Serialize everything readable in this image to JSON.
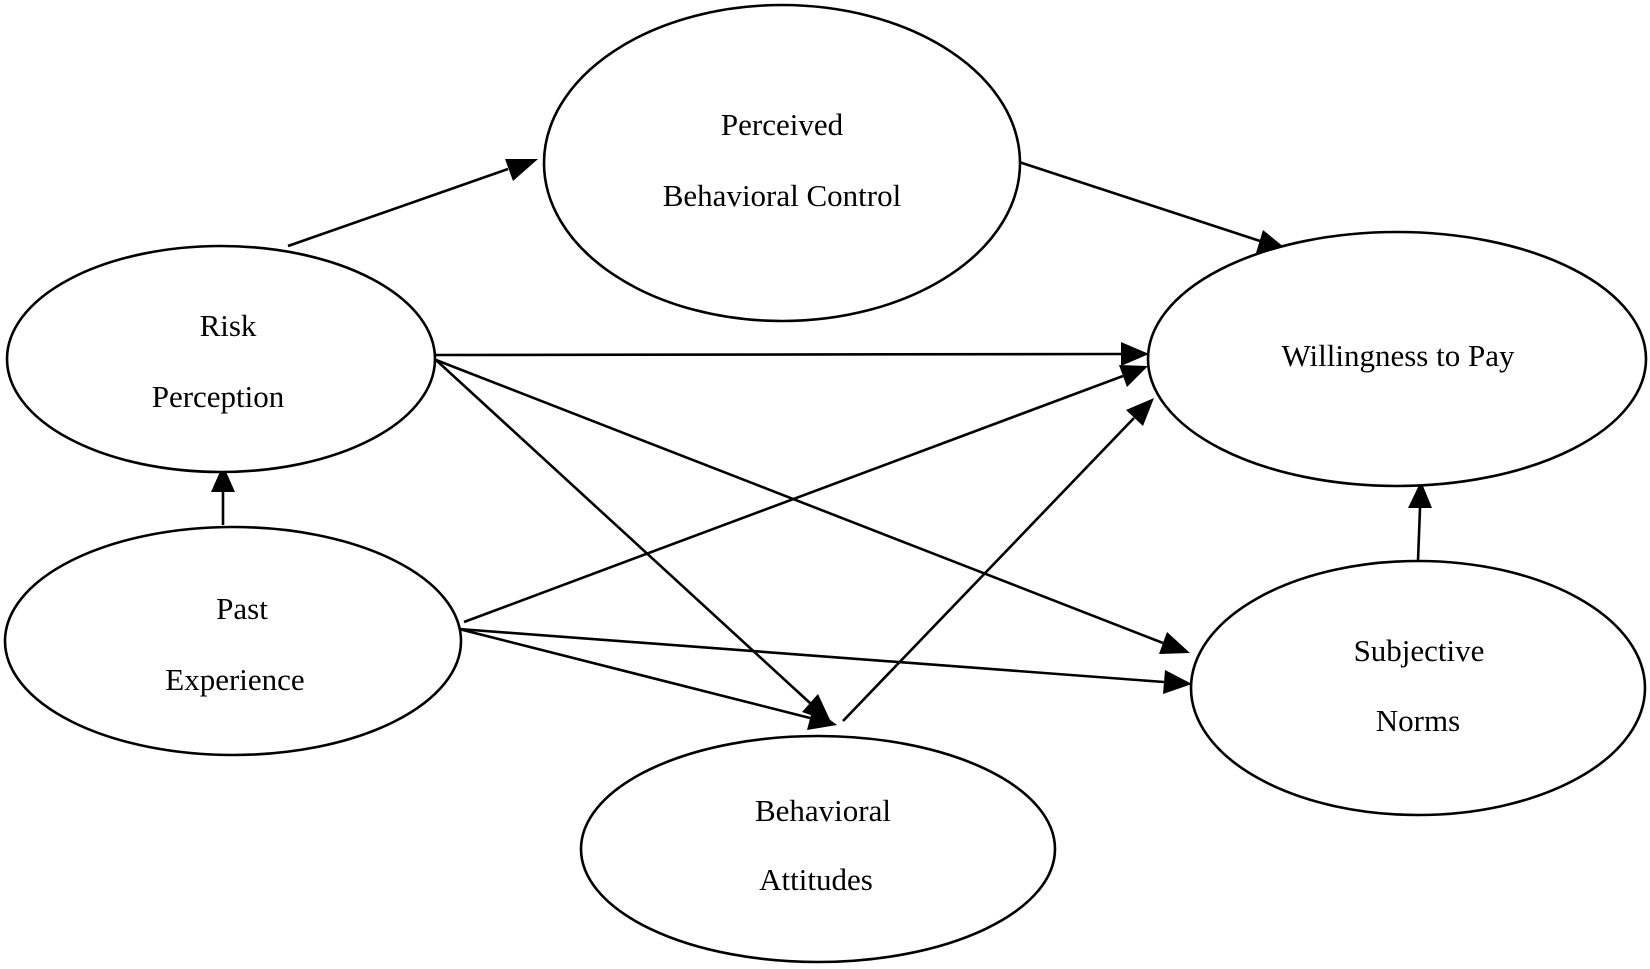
{
  "diagram": {
    "nodes": {
      "perceived_behavioral_control": {
        "lines": [
          "Perceived",
          "Behavioral Control"
        ]
      },
      "risk_perception": {
        "lines": [
          "Risk",
          "Perception"
        ]
      },
      "willingness_to_pay": {
        "lines": [
          "Willingness to Pay"
        ]
      },
      "past_experience": {
        "lines": [
          "Past",
          "Experience"
        ]
      },
      "subjective_norms": {
        "lines": [
          "Subjective",
          "Norms"
        ]
      },
      "behavioral_attitudes": {
        "lines": [
          "Behavioral",
          "Attitudes"
        ]
      }
    },
    "edges": [
      {
        "from": "risk_perception",
        "to": "perceived_behavioral_control"
      },
      {
        "from": "perceived_behavioral_control",
        "to": "willingness_to_pay"
      },
      {
        "from": "risk_perception",
        "to": "willingness_to_pay"
      },
      {
        "from": "risk_perception",
        "to": "behavioral_attitudes"
      },
      {
        "from": "risk_perception",
        "to": "subjective_norms"
      },
      {
        "from": "past_experience",
        "to": "risk_perception"
      },
      {
        "from": "past_experience",
        "to": "willingness_to_pay"
      },
      {
        "from": "past_experience",
        "to": "subjective_norms"
      },
      {
        "from": "past_experience",
        "to": "behavioral_attitudes"
      },
      {
        "from": "behavioral_attitudes",
        "to": "willingness_to_pay"
      },
      {
        "from": "subjective_norms",
        "to": "willingness_to_pay"
      }
    ]
  }
}
